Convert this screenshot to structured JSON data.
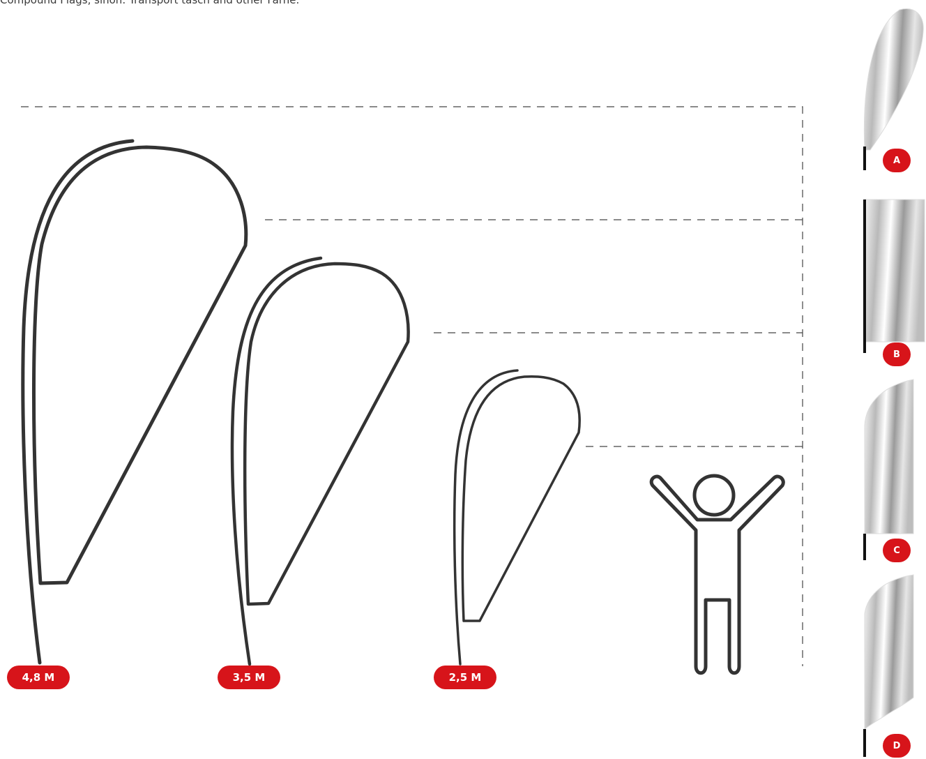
{
  "intro_text": "Compound Flags, sinon: Transport tasch and other Farne.",
  "colors": {
    "accent": "#d7141a",
    "outline": "#333333",
    "dash": "#444444"
  },
  "sizes": [
    {
      "label": "4,8 M"
    },
    {
      "label": "3,5 M"
    },
    {
      "label": "2,5 M"
    }
  ],
  "flag_types": [
    {
      "label": "A"
    },
    {
      "label": "B"
    },
    {
      "label": "C"
    },
    {
      "label": "D"
    }
  ],
  "icons": {
    "person": "person-arms-raised-icon"
  }
}
